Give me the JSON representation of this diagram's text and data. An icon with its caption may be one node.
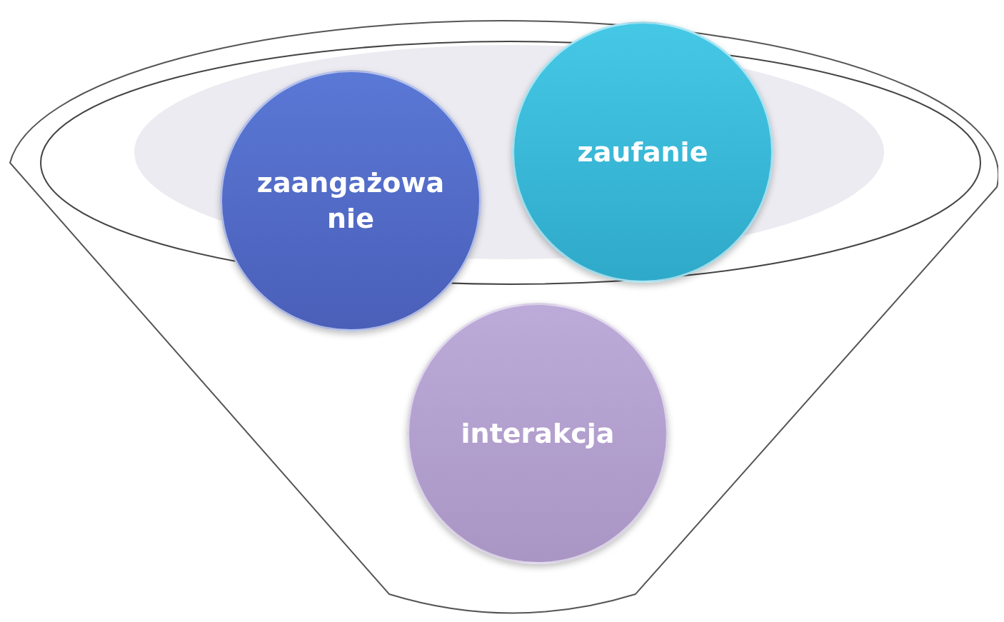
{
  "diagram": {
    "nodes": [
      {
        "text": [],
        "shape": "funnel"
      },
      {
        "text": [
          "zaangażowa nie"
        ],
        "in": 0
      },
      {
        "text": [
          "zaufanie"
        ],
        "in": 0
      },
      {
        "text": [
          "interakcja"
        ],
        "in": 0
      }
    ]
  }
}
